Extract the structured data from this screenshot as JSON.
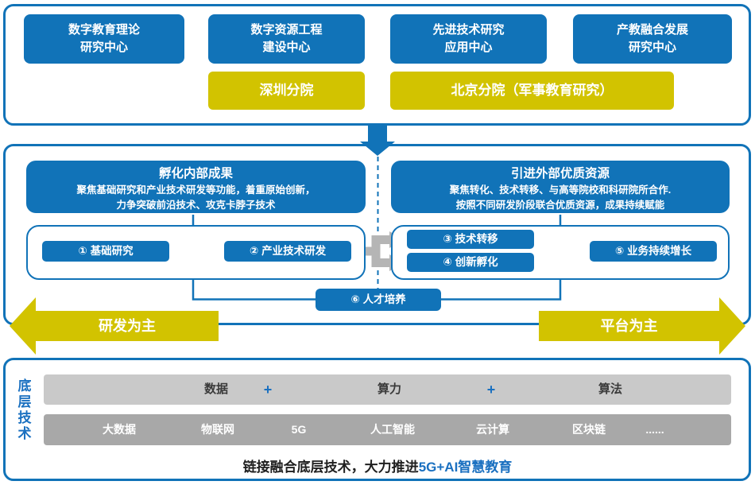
{
  "colors": {
    "primary_blue": "#1173b8",
    "accent_blue": "#1a70c0",
    "yellow": "#d2c300",
    "gray_connector": "#b5b5b5",
    "bar_light_gray": "#c9c9c9",
    "bar_dark_gray": "#a8a8a8"
  },
  "top": {
    "centers": [
      {
        "line1": "数字教育理论",
        "line2": "研究中心"
      },
      {
        "line1": "数字资源工程",
        "line2": "建设中心"
      },
      {
        "line1": "先进技术研究",
        "line2": "应用中心"
      },
      {
        "line1": "产教融合发展",
        "line2": "研究中心"
      }
    ],
    "branches": [
      {
        "label": "深圳分院"
      },
      {
        "label": "北京分院（军事教育研究）"
      }
    ]
  },
  "middle": {
    "left_panel": {
      "title": "孵化内部成果",
      "desc1": "聚焦基础研究和产业技术研发等功能，着重原始创新，",
      "desc2": "力争突破前沿技术、攻克卡脖子技术"
    },
    "right_panel": {
      "title": "引进外部优质资源",
      "desc1": "聚焦转化、技术转移、与高等院校和科研院所合作.",
      "desc2": "按照不同研发阶段联合优质资源，成果持续赋能"
    },
    "steps": {
      "s1": "① 基础研究",
      "s2": "② 产业技术研发",
      "s3": "③ 技术转移",
      "s4": "④ 创新孵化",
      "s5": "⑤ 业务持续增长",
      "s6": "⑥ 人才培养"
    },
    "left_arrow_label": "研发为主",
    "right_arrow_label": "平台为主"
  },
  "bottom": {
    "side_label": "底层技术",
    "layer1": {
      "separator": "+",
      "items": [
        "数据",
        "算力",
        "算法"
      ]
    },
    "layer2": {
      "items": [
        "大数据",
        "物联网",
        "5G",
        "人工智能",
        "云计算",
        "区块链",
        "......"
      ]
    },
    "caption_normal": "链接融合底层技术，大力推进",
    "caption_highlight": "5G+AI智慧教育"
  }
}
